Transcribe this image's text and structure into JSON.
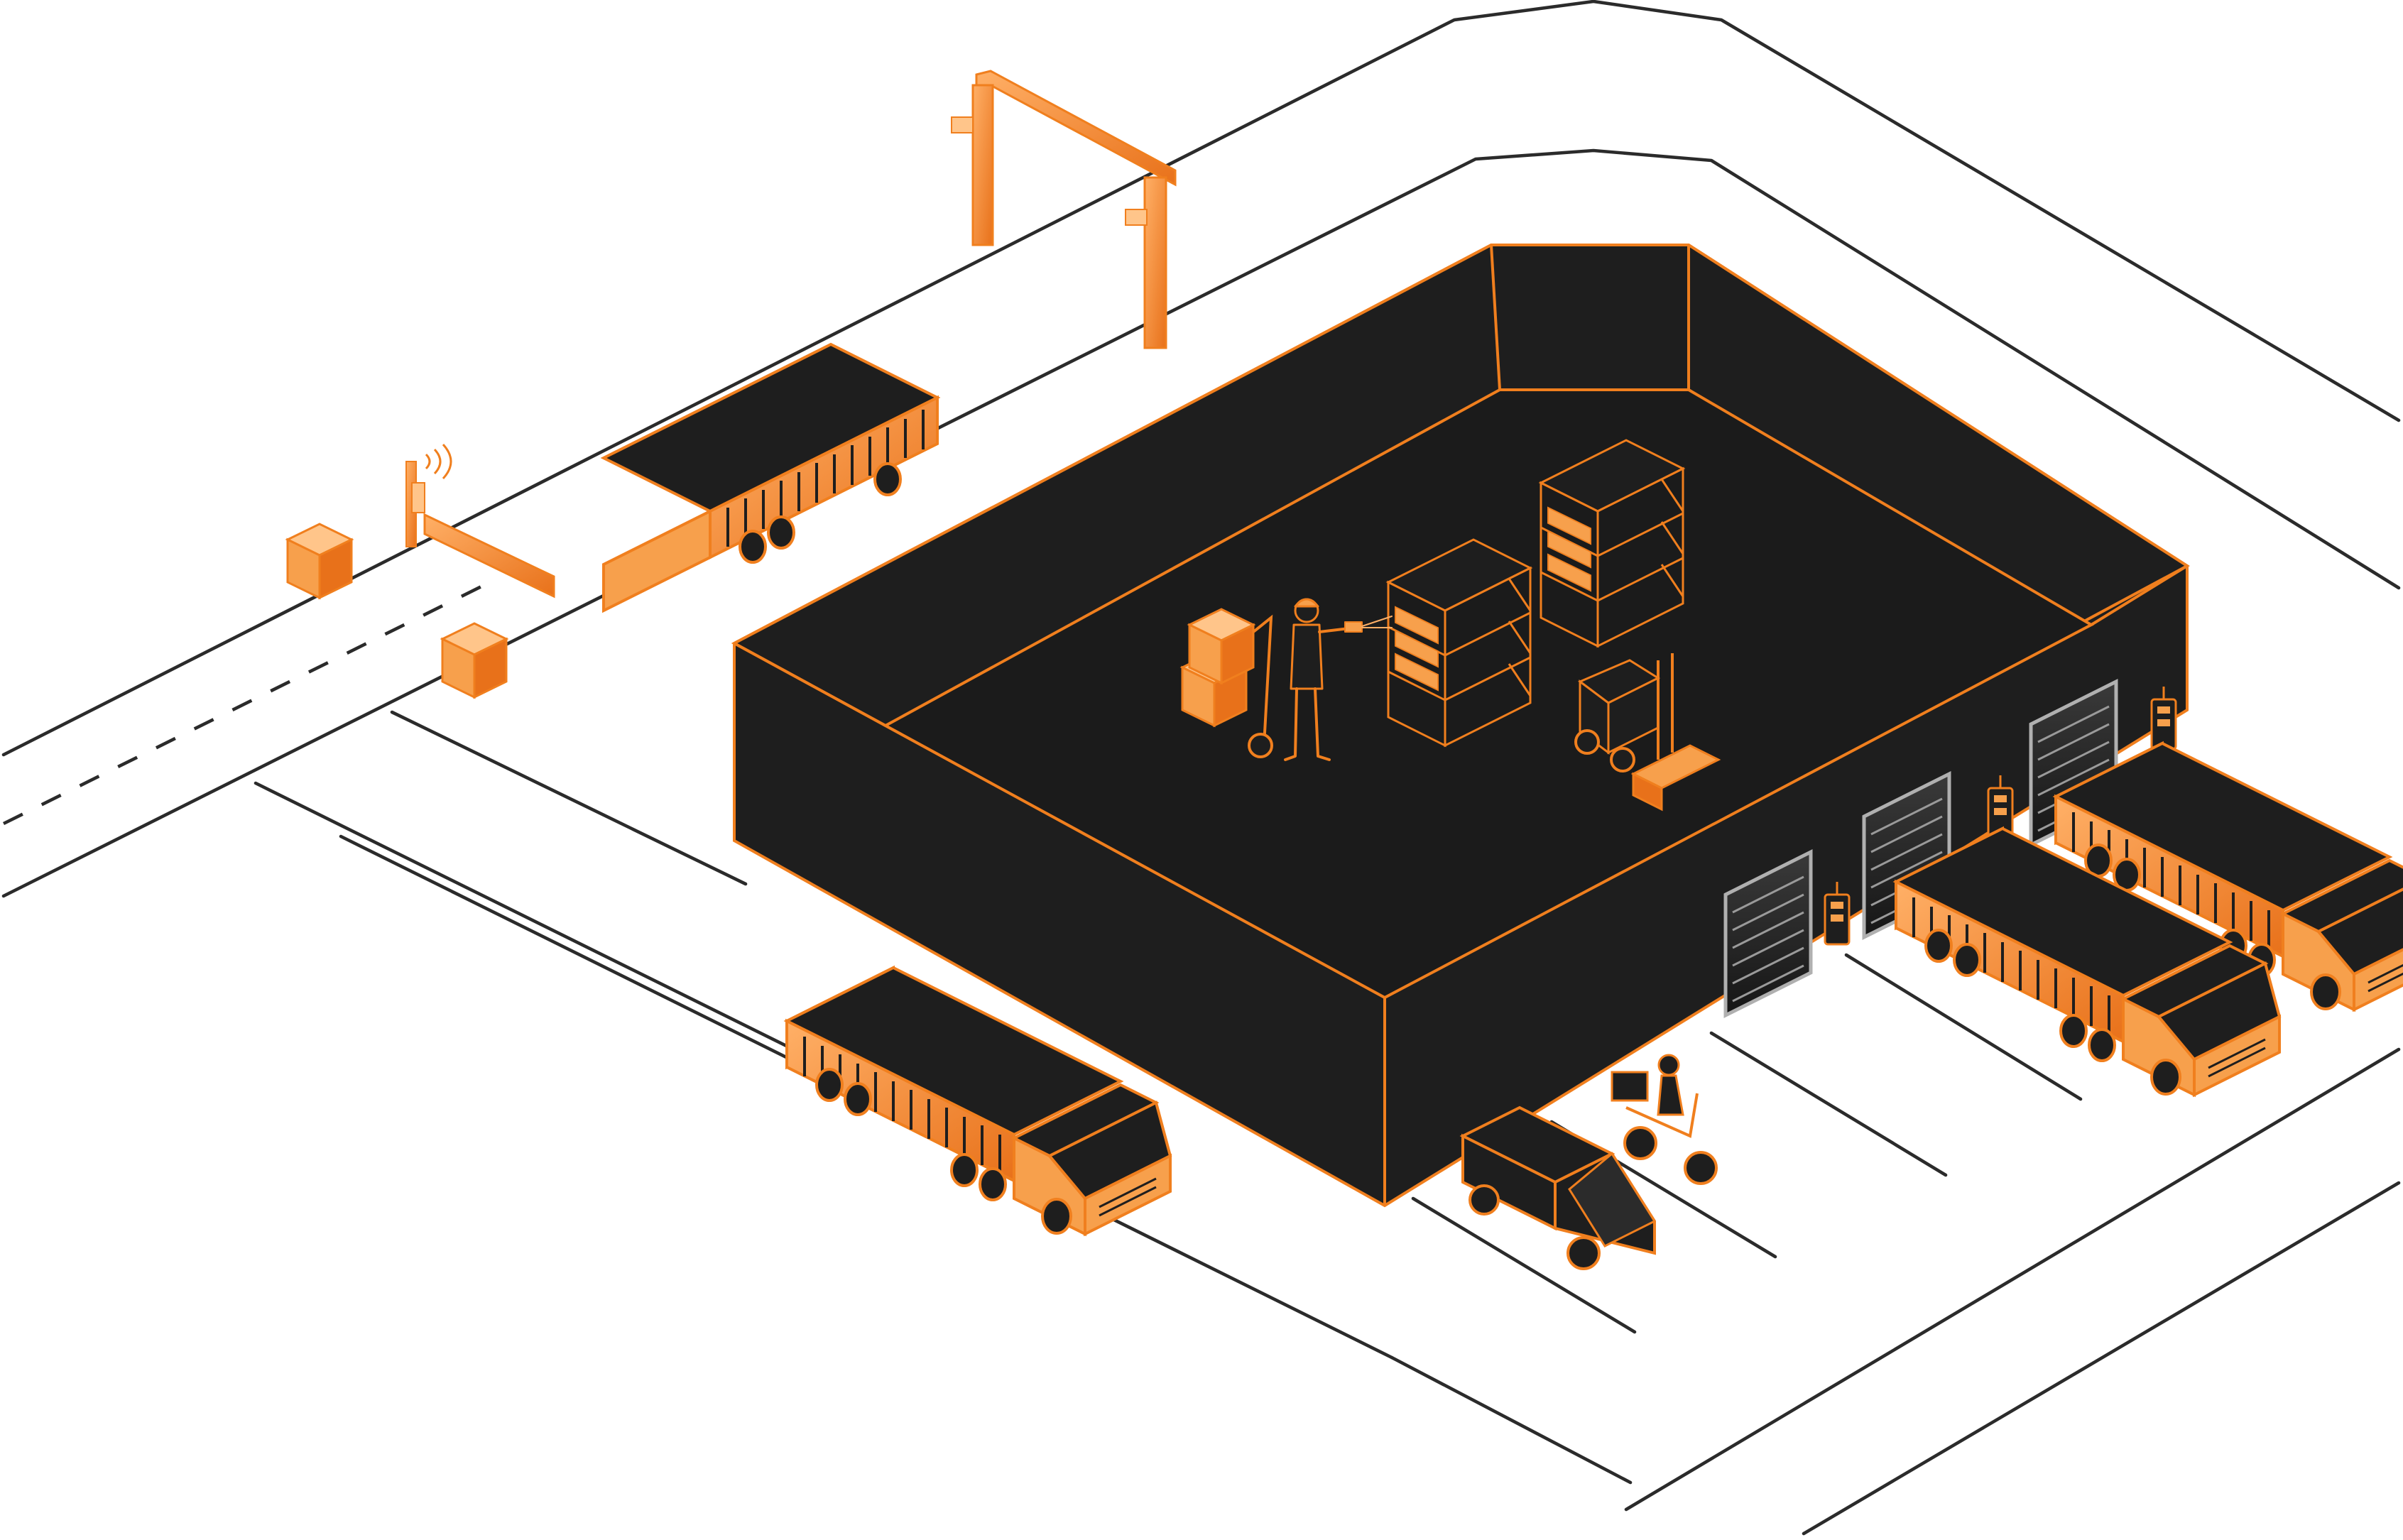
{
  "colors": {
    "accent": "#f07f1e",
    "accent_light": "#ffb067",
    "building_fill": "#1e1e1e",
    "road_line": "#2b2b2b",
    "door_frame": "#b0b0b0",
    "background": "#ffffff"
  },
  "scene": {
    "elements": [
      "warehouse-building",
      "overhead-gantry-gate",
      "boom-barrier",
      "barrier-sensor-post",
      "box-marker",
      "truck",
      "dock-door",
      "dock-signal",
      "worker-with-scanner",
      "hand-truck-with-boxes",
      "pallet-rack",
      "forklift",
      "delivery-van",
      "delivery-scooter"
    ]
  }
}
